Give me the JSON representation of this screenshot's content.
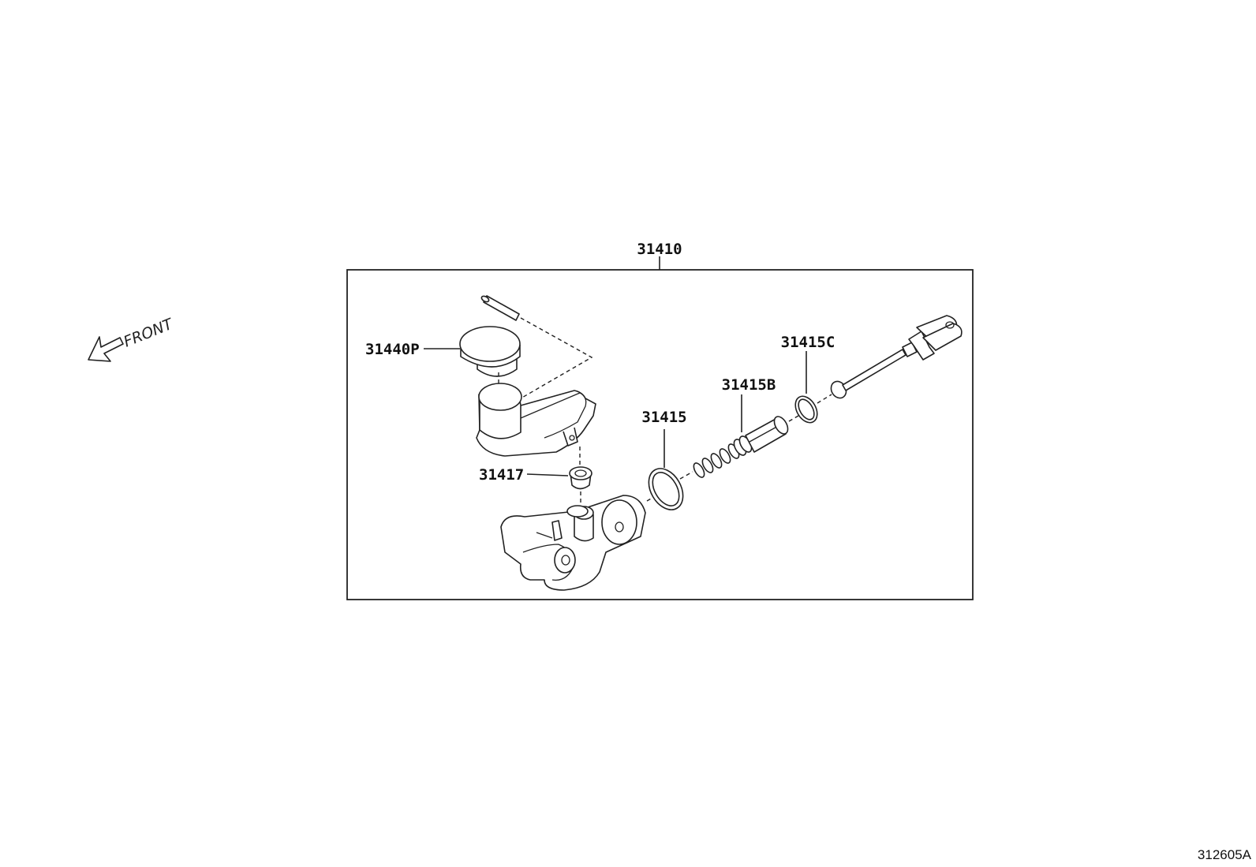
{
  "diagram": {
    "assembly_label": "31410",
    "front_label": "FRONT",
    "reference_code": "312605A",
    "callouts": {
      "reservoir_cap": "31440P",
      "grommet": "31417",
      "ring_seal": "31415",
      "piston_kit": "31415B",
      "snap_ring": "31415C"
    }
  }
}
